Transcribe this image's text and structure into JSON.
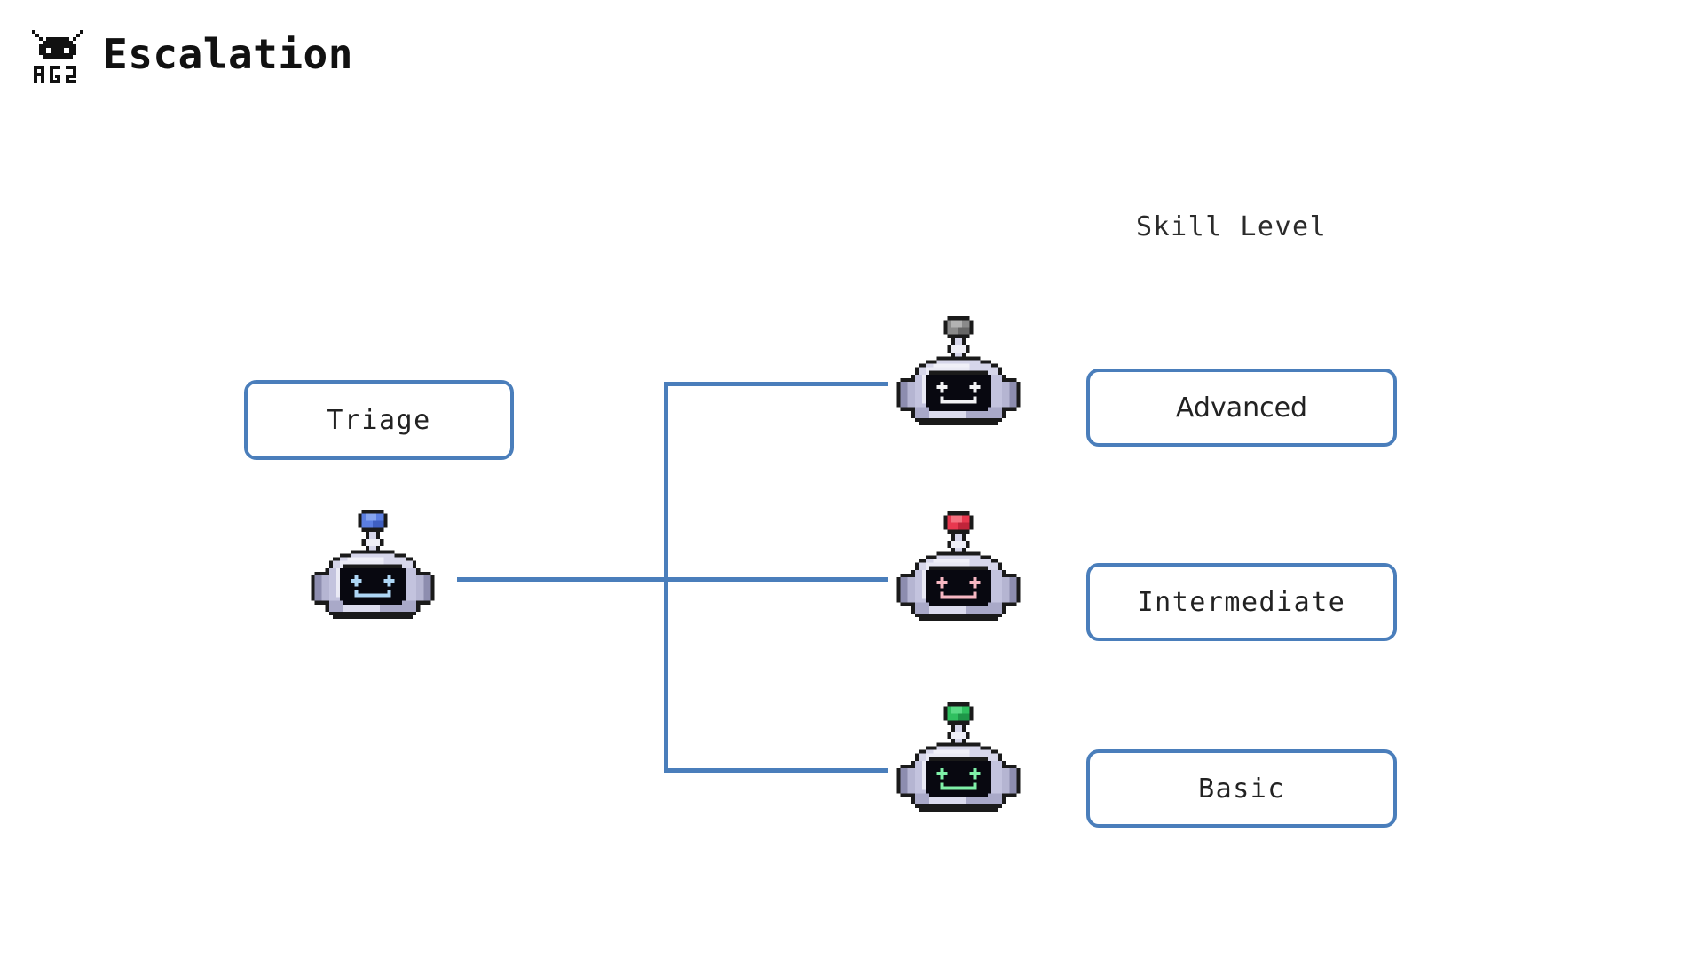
{
  "header": {
    "logo_icon": "ag2-robot-logo",
    "logo_text": "AG2",
    "title": "Escalation"
  },
  "column_header": {
    "label": "Skill Level"
  },
  "colors": {
    "connector": "#4a7ebb",
    "box_border": "#4a7ebb",
    "box_fill": "#ffffff",
    "text": "#222222",
    "background": "#ffffff",
    "robot_body_light": "#d6d6ea",
    "robot_body_mid": "#a9a9c8",
    "robot_body_shadow": "#8d8daf",
    "robot_outline": "#1a1a1a",
    "robot_screen": "#080810"
  },
  "source_node": {
    "id": "triage",
    "label": "Triage",
    "label_font": "monospace",
    "avatar": {
      "icon": "robot-avatar-triage",
      "antenna_color": "#5b7ee0",
      "face_color": "#aed6f5",
      "expression": "smile-fangs"
    }
  },
  "target_nodes": [
    {
      "id": "advanced",
      "label": "Advanced",
      "label_font": "proportional",
      "avatar": {
        "icon": "robot-avatar-advanced",
        "antenna_color": "#8a8a8a",
        "face_color": "#f2f2f5",
        "expression": "smile-fangs"
      }
    },
    {
      "id": "intermediate",
      "label": "Intermediate",
      "label_font": "monospace",
      "avatar": {
        "icon": "robot-avatar-intermediate",
        "antenna_color": "#e8384f",
        "face_color": "#f7b7c2",
        "expression": "smile-fangs"
      }
    },
    {
      "id": "basic",
      "label": "Basic",
      "label_font": "monospace",
      "avatar": {
        "icon": "robot-avatar-basic",
        "antenna_color": "#2fbf5f",
        "face_color": "#7ff0a8",
        "expression": "smile-fangs"
      }
    }
  ],
  "connectors": [
    {
      "id": "trunk",
      "from": "triage",
      "to": "spine",
      "orientation": "horizontal"
    },
    {
      "id": "spine",
      "from": "advanced-branch",
      "to": "basic-branch",
      "orientation": "vertical"
    },
    {
      "id": "branch-advanced",
      "from": "spine",
      "to": "advanced",
      "orientation": "horizontal"
    },
    {
      "id": "branch-intermediate",
      "from": "spine",
      "to": "intermediate",
      "orientation": "horizontal"
    },
    {
      "id": "branch-basic",
      "from": "spine",
      "to": "basic",
      "orientation": "horizontal"
    }
  ]
}
